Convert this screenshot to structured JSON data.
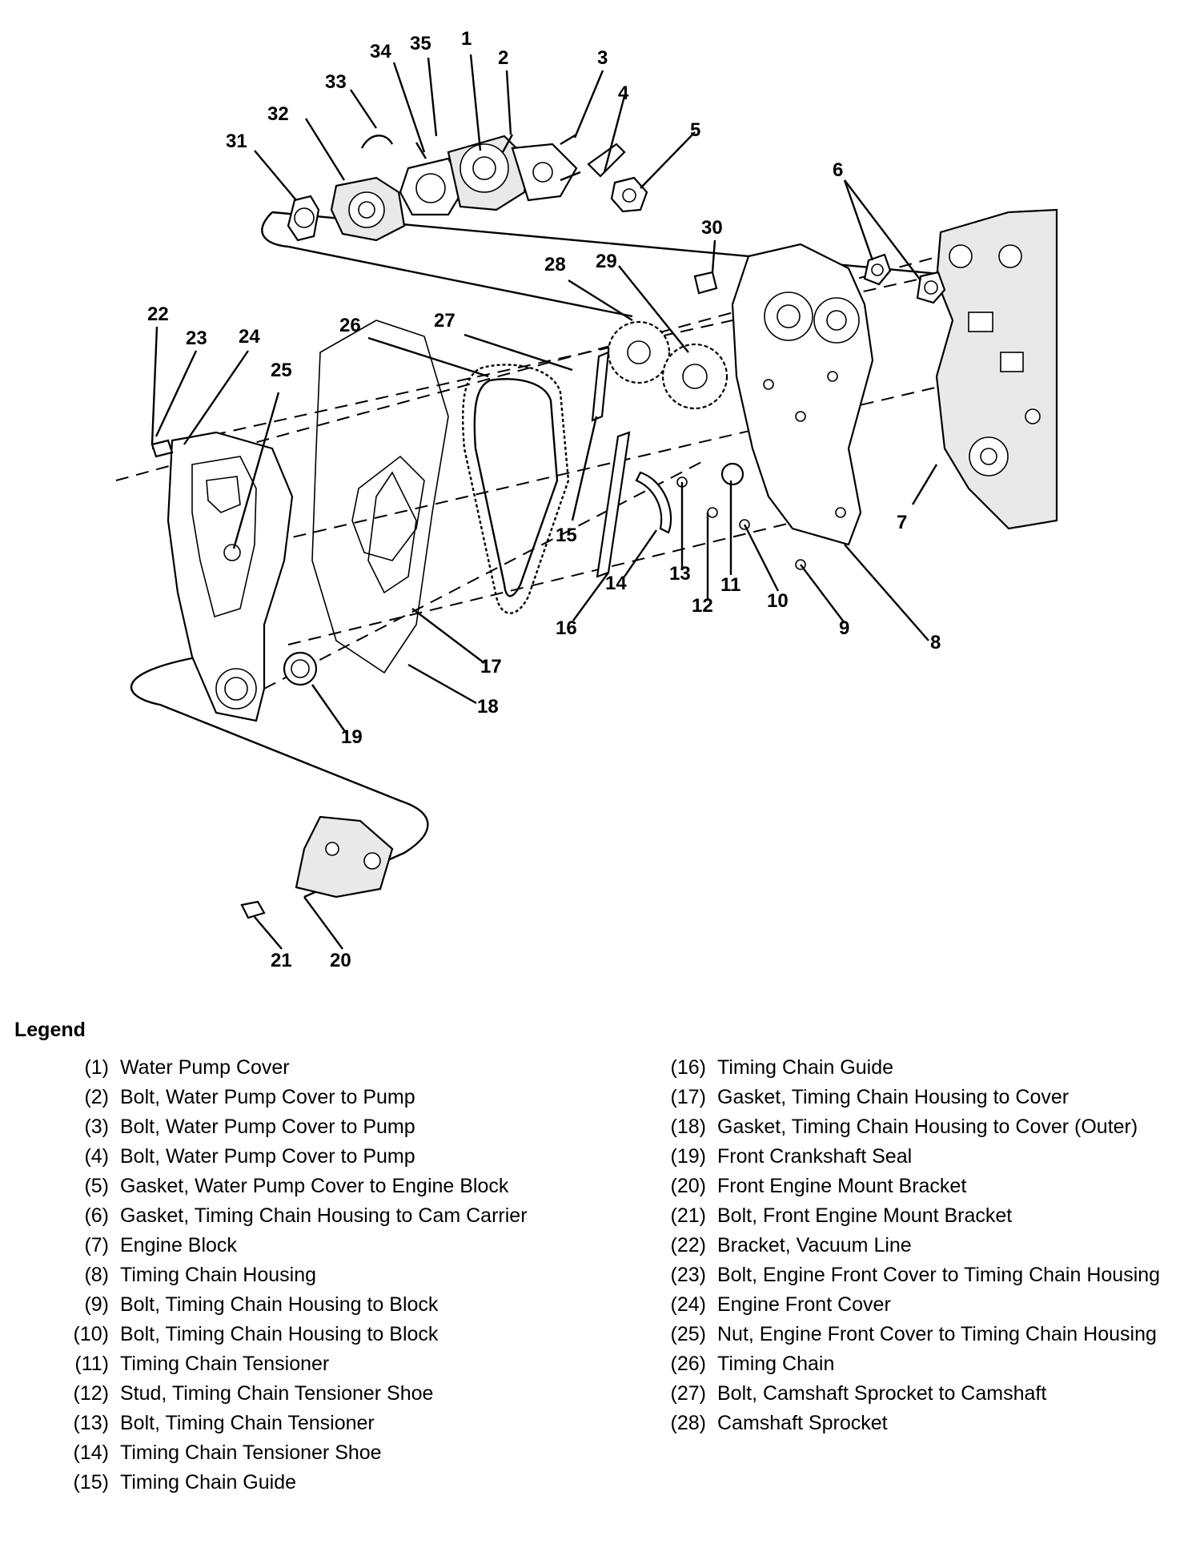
{
  "callouts": {
    "c1": "1",
    "c2": "2",
    "c3": "3",
    "c4": "4",
    "c5": "5",
    "c6": "6",
    "c7": "7",
    "c8": "8",
    "c9": "9",
    "c10": "10",
    "c11": "11",
    "c12": "12",
    "c13": "13",
    "c14": "14",
    "c15": "15",
    "c16": "16",
    "c17": "17",
    "c18": "18",
    "c19": "19",
    "c20": "20",
    "c21": "21",
    "c22": "22",
    "c23": "23",
    "c24": "24",
    "c25": "25",
    "c26": "26",
    "c27": "27",
    "c28": "28",
    "c29": "29",
    "c30": "30",
    "c31": "31",
    "c32": "32",
    "c33": "33",
    "c34": "34",
    "c35": "35"
  },
  "legend": {
    "title": "Legend",
    "left": [
      {
        "num": "(1)",
        "text": "Water Pump Cover"
      },
      {
        "num": "(2)",
        "text": "Bolt, Water Pump Cover to Pump"
      },
      {
        "num": "(3)",
        "text": "Bolt, Water Pump Cover to Pump"
      },
      {
        "num": "(4)",
        "text": "Bolt, Water Pump Cover to Pump"
      },
      {
        "num": "(5)",
        "text": "Gasket, Water Pump Cover to Engine Block"
      },
      {
        "num": "(6)",
        "text": "Gasket, Timing Chain Housing to Cam Carrier"
      },
      {
        "num": "(7)",
        "text": "Engine Block"
      },
      {
        "num": "(8)",
        "text": "Timing Chain Housing"
      },
      {
        "num": "(9)",
        "text": "Bolt, Timing Chain Housing to Block"
      },
      {
        "num": "(10)",
        "text": "Bolt, Timing Chain Housing to Block"
      },
      {
        "num": "(11)",
        "text": "Timing Chain Tensioner"
      },
      {
        "num": "(12)",
        "text": "Stud, Timing Chain Tensioner Shoe"
      },
      {
        "num": "(13)",
        "text": "Bolt, Timing Chain Tensioner"
      },
      {
        "num": "(14)",
        "text": "Timing Chain Tensioner Shoe"
      },
      {
        "num": "(15)",
        "text": "Timing Chain Guide"
      }
    ],
    "right": [
      {
        "num": "(16)",
        "text": "Timing Chain Guide"
      },
      {
        "num": "(17)",
        "text": "Gasket, Timing Chain Housing to Cover"
      },
      {
        "num": "(18)",
        "text": "Gasket, Timing Chain Housing to Cover (Outer)"
      },
      {
        "num": "(19)",
        "text": "Front Crankshaft Seal"
      },
      {
        "num": "(20)",
        "text": "Front Engine Mount Bracket"
      },
      {
        "num": "(21)",
        "text": "Bolt, Front Engine Mount Bracket"
      },
      {
        "num": "(22)",
        "text": "Bracket, Vacuum Line"
      },
      {
        "num": "(23)",
        "text": "Bolt, Engine Front Cover to Timing Chain Housing"
      },
      {
        "num": "(24)",
        "text": "Engine Front Cover"
      },
      {
        "num": "(25)",
        "text": "Nut, Engine Front Cover to Timing Chain Housing"
      },
      {
        "num": "(26)",
        "text": "Timing Chain"
      },
      {
        "num": "(27)",
        "text": "Bolt, Camshaft Sprocket to Camshaft"
      },
      {
        "num": "(28)",
        "text": "Camshaft Sprocket"
      }
    ]
  }
}
